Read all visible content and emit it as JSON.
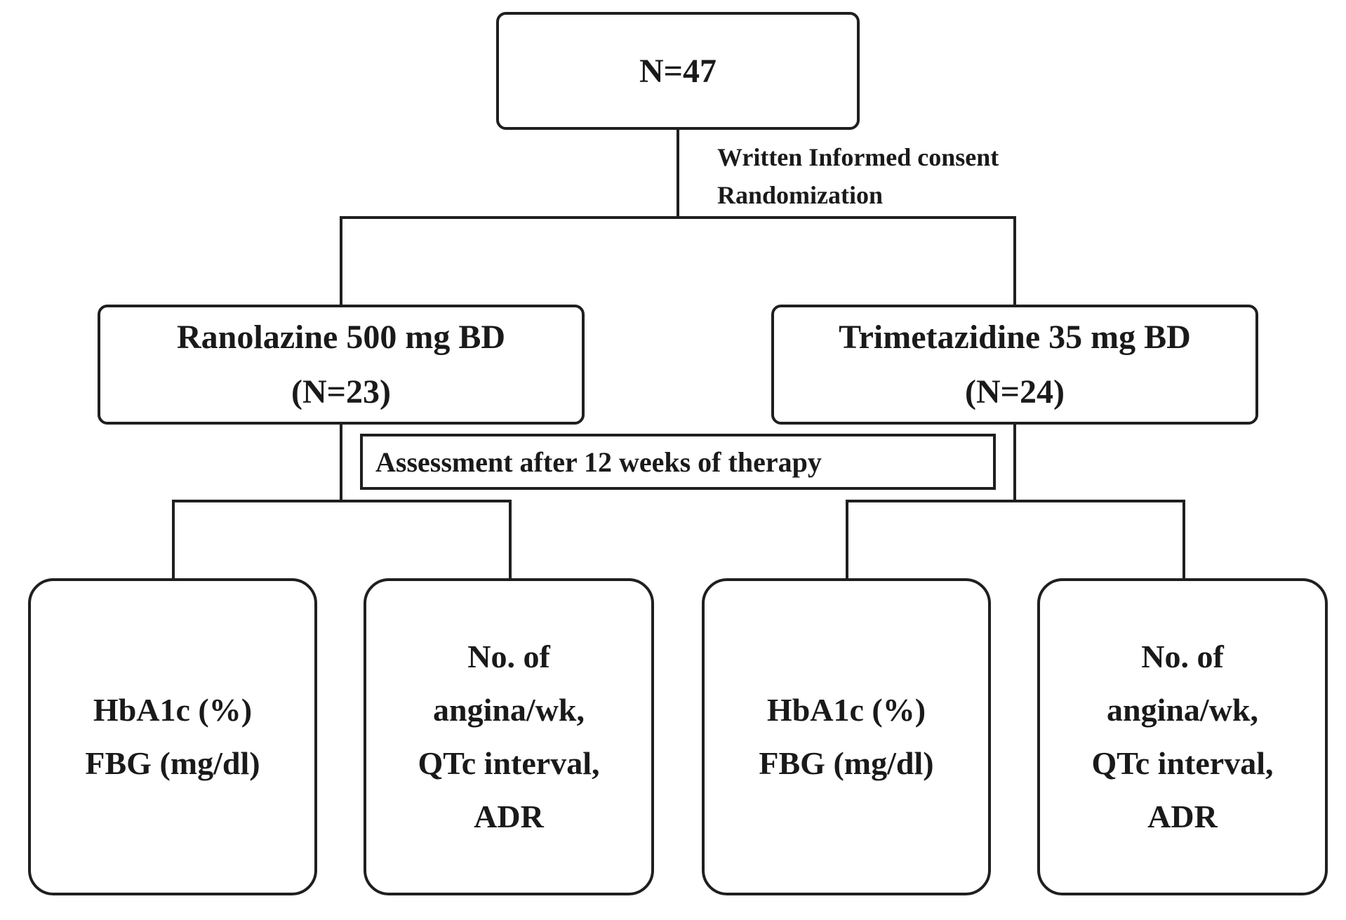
{
  "top": {
    "text": "N=47"
  },
  "consent_note": {
    "line1": "Written Informed consent",
    "line2": "Randomization"
  },
  "arms": [
    {
      "drug": "Ranolazine 500 mg BD",
      "n": "(N=23)"
    },
    {
      "drug": "Trimetazidine 35 mg BD",
      "n": "(N=24)"
    }
  ],
  "assessment": {
    "text": "Assessment after 12 weeks of therapy"
  },
  "outcomes": [
    {
      "lines": [
        "HbA1c (%)",
        "FBG (mg/dl)"
      ]
    },
    {
      "lines": [
        "No. of",
        "angina/wk,",
        "QTc interval,",
        "ADR"
      ]
    },
    {
      "lines": [
        "HbA1c (%)",
        "FBG (mg/dl)"
      ]
    },
    {
      "lines": [
        "No. of",
        "angina/wk,",
        "QTc interval,",
        "ADR"
      ]
    }
  ]
}
